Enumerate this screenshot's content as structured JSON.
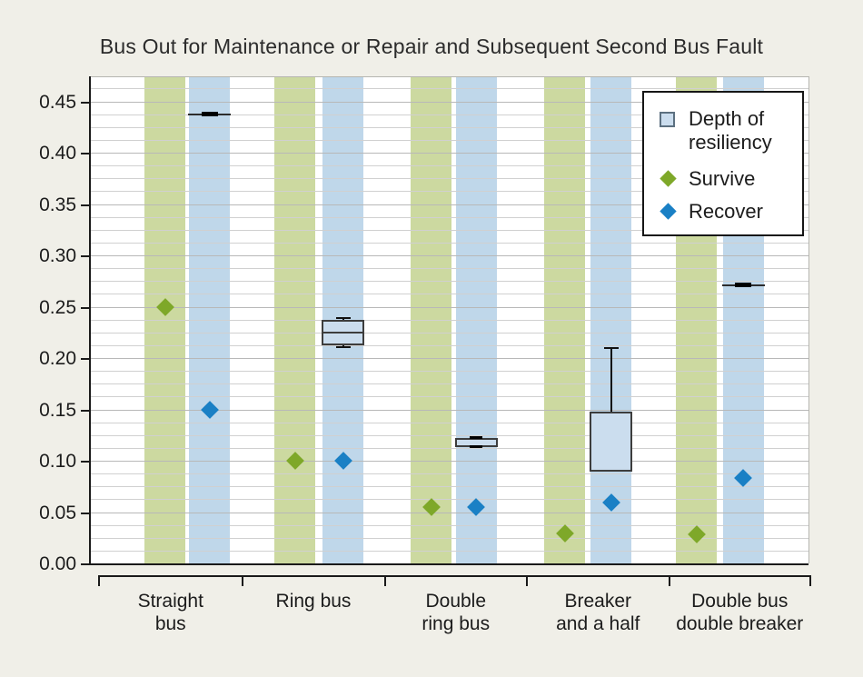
{
  "title": "Bus Out for Maintenance or Repair and Subsequent Second Bus Fault",
  "legend": {
    "items": [
      {
        "label": "Depth of\nresiliency",
        "swatch": "box"
      },
      {
        "label": "Survive",
        "swatch": "green-diamond"
      },
      {
        "label": "Recover",
        "swatch": "blue-diamond"
      }
    ]
  },
  "colors": {
    "figure_bg": "#f0efe8",
    "plot_bg": "#ffffff",
    "band_green": "#ccd9a0",
    "band_blue": "#bfd7ea",
    "box_fill": "#cbddee",
    "box_border": "#3d3d3d",
    "grid_minor": "#d0d0d0",
    "grid_major": "#b8b8b8",
    "axis": "#1a1a1a",
    "survive_marker": "#7ea829",
    "recover_marker": "#1a80c5",
    "legend_swatch_border": "#5c7080"
  },
  "chart_data": {
    "type": "box+scatter",
    "categories": [
      "Straight bus",
      "Ring bus",
      "Double ring bus",
      "Breaker and a half",
      "Double bus double breaker"
    ],
    "category_label_lines": [
      [
        "Straight",
        "bus"
      ],
      [
        "Ring bus"
      ],
      [
        "Double",
        "ring bus"
      ],
      [
        "Breaker",
        "and a half"
      ],
      [
        "Double bus",
        "double breaker"
      ]
    ],
    "y_axis": {
      "min": 0,
      "max": 0.4735,
      "major_step": 0.05,
      "minor_step": 0.0125,
      "tick_labels": [
        "0.00",
        "0.05",
        "0.10",
        "0.15",
        "0.20",
        "0.25",
        "0.30",
        "0.35",
        "0.40",
        "0.45"
      ]
    },
    "grid": "horizontal-minor-and-major",
    "legend_position": "top-right-inside",
    "series": [
      {
        "name": "Survive",
        "type": "scatter",
        "marker": "diamond",
        "values": [
          0.25,
          0.1,
          0.055,
          0.029,
          0.028
        ]
      },
      {
        "name": "Recover",
        "type": "scatter",
        "marker": "diamond",
        "values": [
          0.15,
          0.1,
          0.055,
          0.059,
          0.083
        ]
      },
      {
        "name": "Depth of resiliency",
        "type": "box",
        "boxes": [
          {
            "kind": "flat",
            "value": 0.4375
          },
          {
            "kind": "box",
            "q1": 0.2125,
            "median": 0.225,
            "q3": 0.2375,
            "whisker_low": 0.211,
            "whisker_high": 0.239
          },
          {
            "kind": "box",
            "q1": 0.1135,
            "q3": 0.1225,
            "edge_caps": true
          },
          {
            "kind": "box",
            "q1": 0.089,
            "q3": 0.148,
            "whisker_high": 0.21
          },
          {
            "kind": "flat",
            "value": 0.271
          }
        ]
      }
    ]
  }
}
